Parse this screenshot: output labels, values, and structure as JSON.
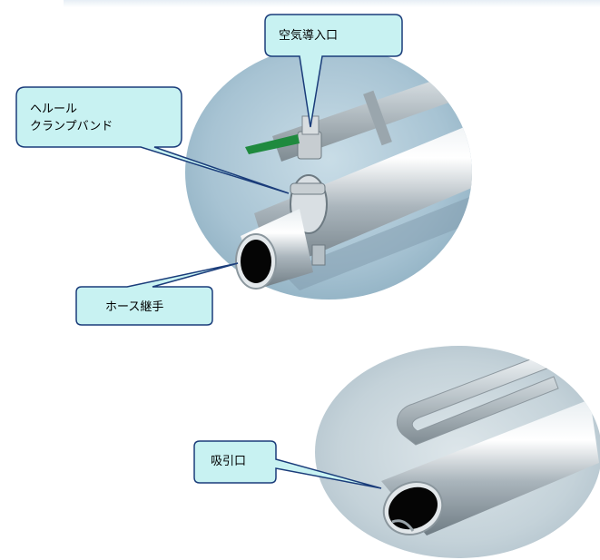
{
  "callouts": {
    "air_inlet": "空気導入口",
    "ferrule_line1": "ヘルール",
    "ferrule_line2": "クランプバンド",
    "hose_joint": "ホース継手",
    "suction_port": "吸引口"
  },
  "colors": {
    "callout_fill": "#c8f2f2",
    "callout_stroke": "#1a3c7a",
    "backdrop": "#a9c6d6",
    "steel": "#b9c3c9",
    "valve_handle": "#1f8a3e"
  }
}
